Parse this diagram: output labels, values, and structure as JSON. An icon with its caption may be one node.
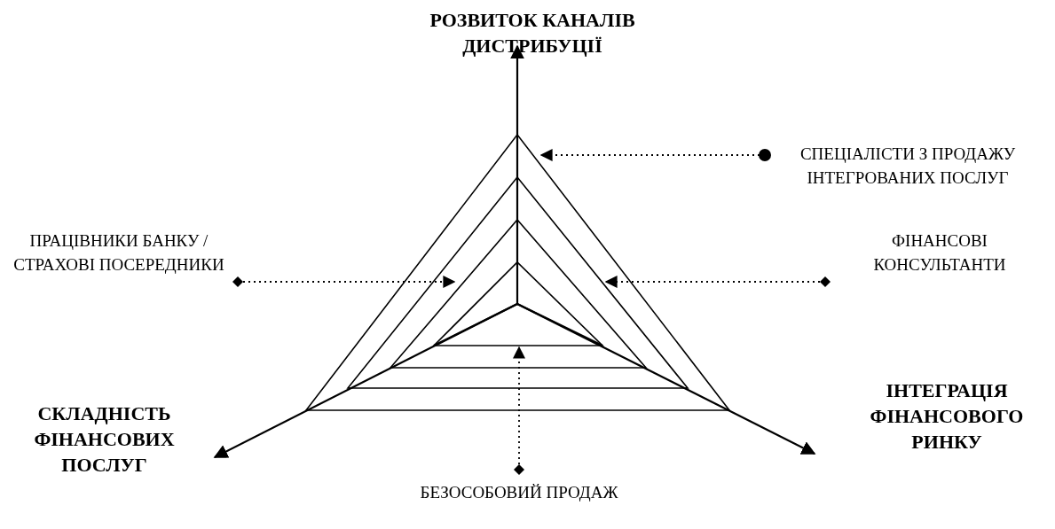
{
  "diagram": {
    "nodes": [
      {
        "text": [
          "СПЕЦІАЛІСТИ З ПРОДАЖУ ІНТЕГРОВАНИХ ПОСЛУГ"
        ]
      },
      {
        "text": [
          "ФІНАНСОВІ КОНСУЛЬТАНТИ"
        ]
      },
      {
        "text": [
          "ПРАЦІВНИКИ БАНКУ / СТРАХОВІ ПОСЕРЕДНИКИ"
        ]
      },
      {
        "text": [
          "БЕЗОСОБОВИЙ ПРОДАЖ"
        ]
      }
    ],
    "edges": [
      {
        "from": 0,
        "to": null,
        "arrow": "to",
        "style": "dashed"
      },
      {
        "from": 1,
        "to": null,
        "arrow": "to",
        "style": "dashed"
      },
      {
        "from": 2,
        "to": null,
        "arrow": "to",
        "style": "dashed"
      },
      {
        "from": 3,
        "to": null,
        "arrow": "to",
        "style": "dashed"
      }
    ],
    "labels": [
      "РОЗВИТОК КАНАЛІВ ДИСТРИБУЦІЇ",
      "СКЛАДНІСТЬ ФІНАНСОВИХ ПОСЛУГ",
      "ІНТЕГРАЦІЯ ФІНАНСОВОГО РИНКУ"
    ]
  }
}
